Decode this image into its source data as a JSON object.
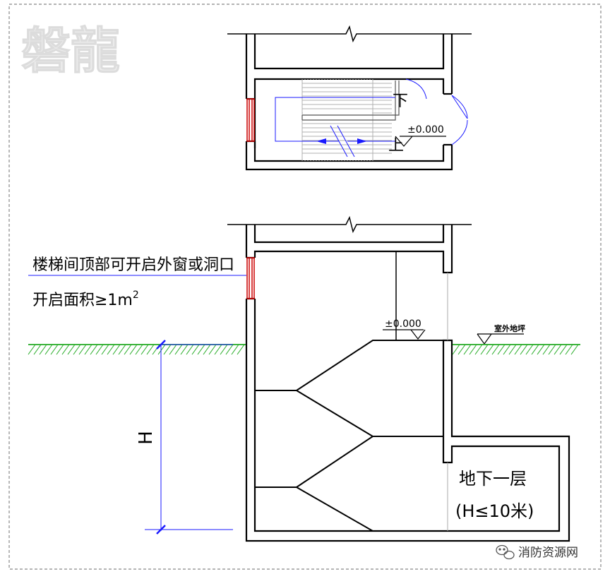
{
  "watermark": "磐龍",
  "plan": {
    "down_label": "下",
    "up_label": "上",
    "level_label": "±0.000"
  },
  "section": {
    "window_note_line1": "楼梯间顶部可开启外窗或洞口",
    "window_note_line2": "开启面积≥1m",
    "window_note_sup": "2",
    "level_label": "±0.000",
    "outdoor_label": "室外地坪",
    "dimension_label": "H",
    "room_name": "地下一层",
    "room_condition": "(H≤10米)"
  },
  "brand": {
    "text": "消防资源网"
  },
  "colors": {
    "wall": "#000000",
    "ground_hatch": "#22aa22",
    "dimension_line": "#1a1aff",
    "window": "#cc0000",
    "border": "#999999"
  },
  "icons": [
    "wechat-icon",
    "section-break-icon",
    "level-marker-icon",
    "arrow-icon"
  ]
}
